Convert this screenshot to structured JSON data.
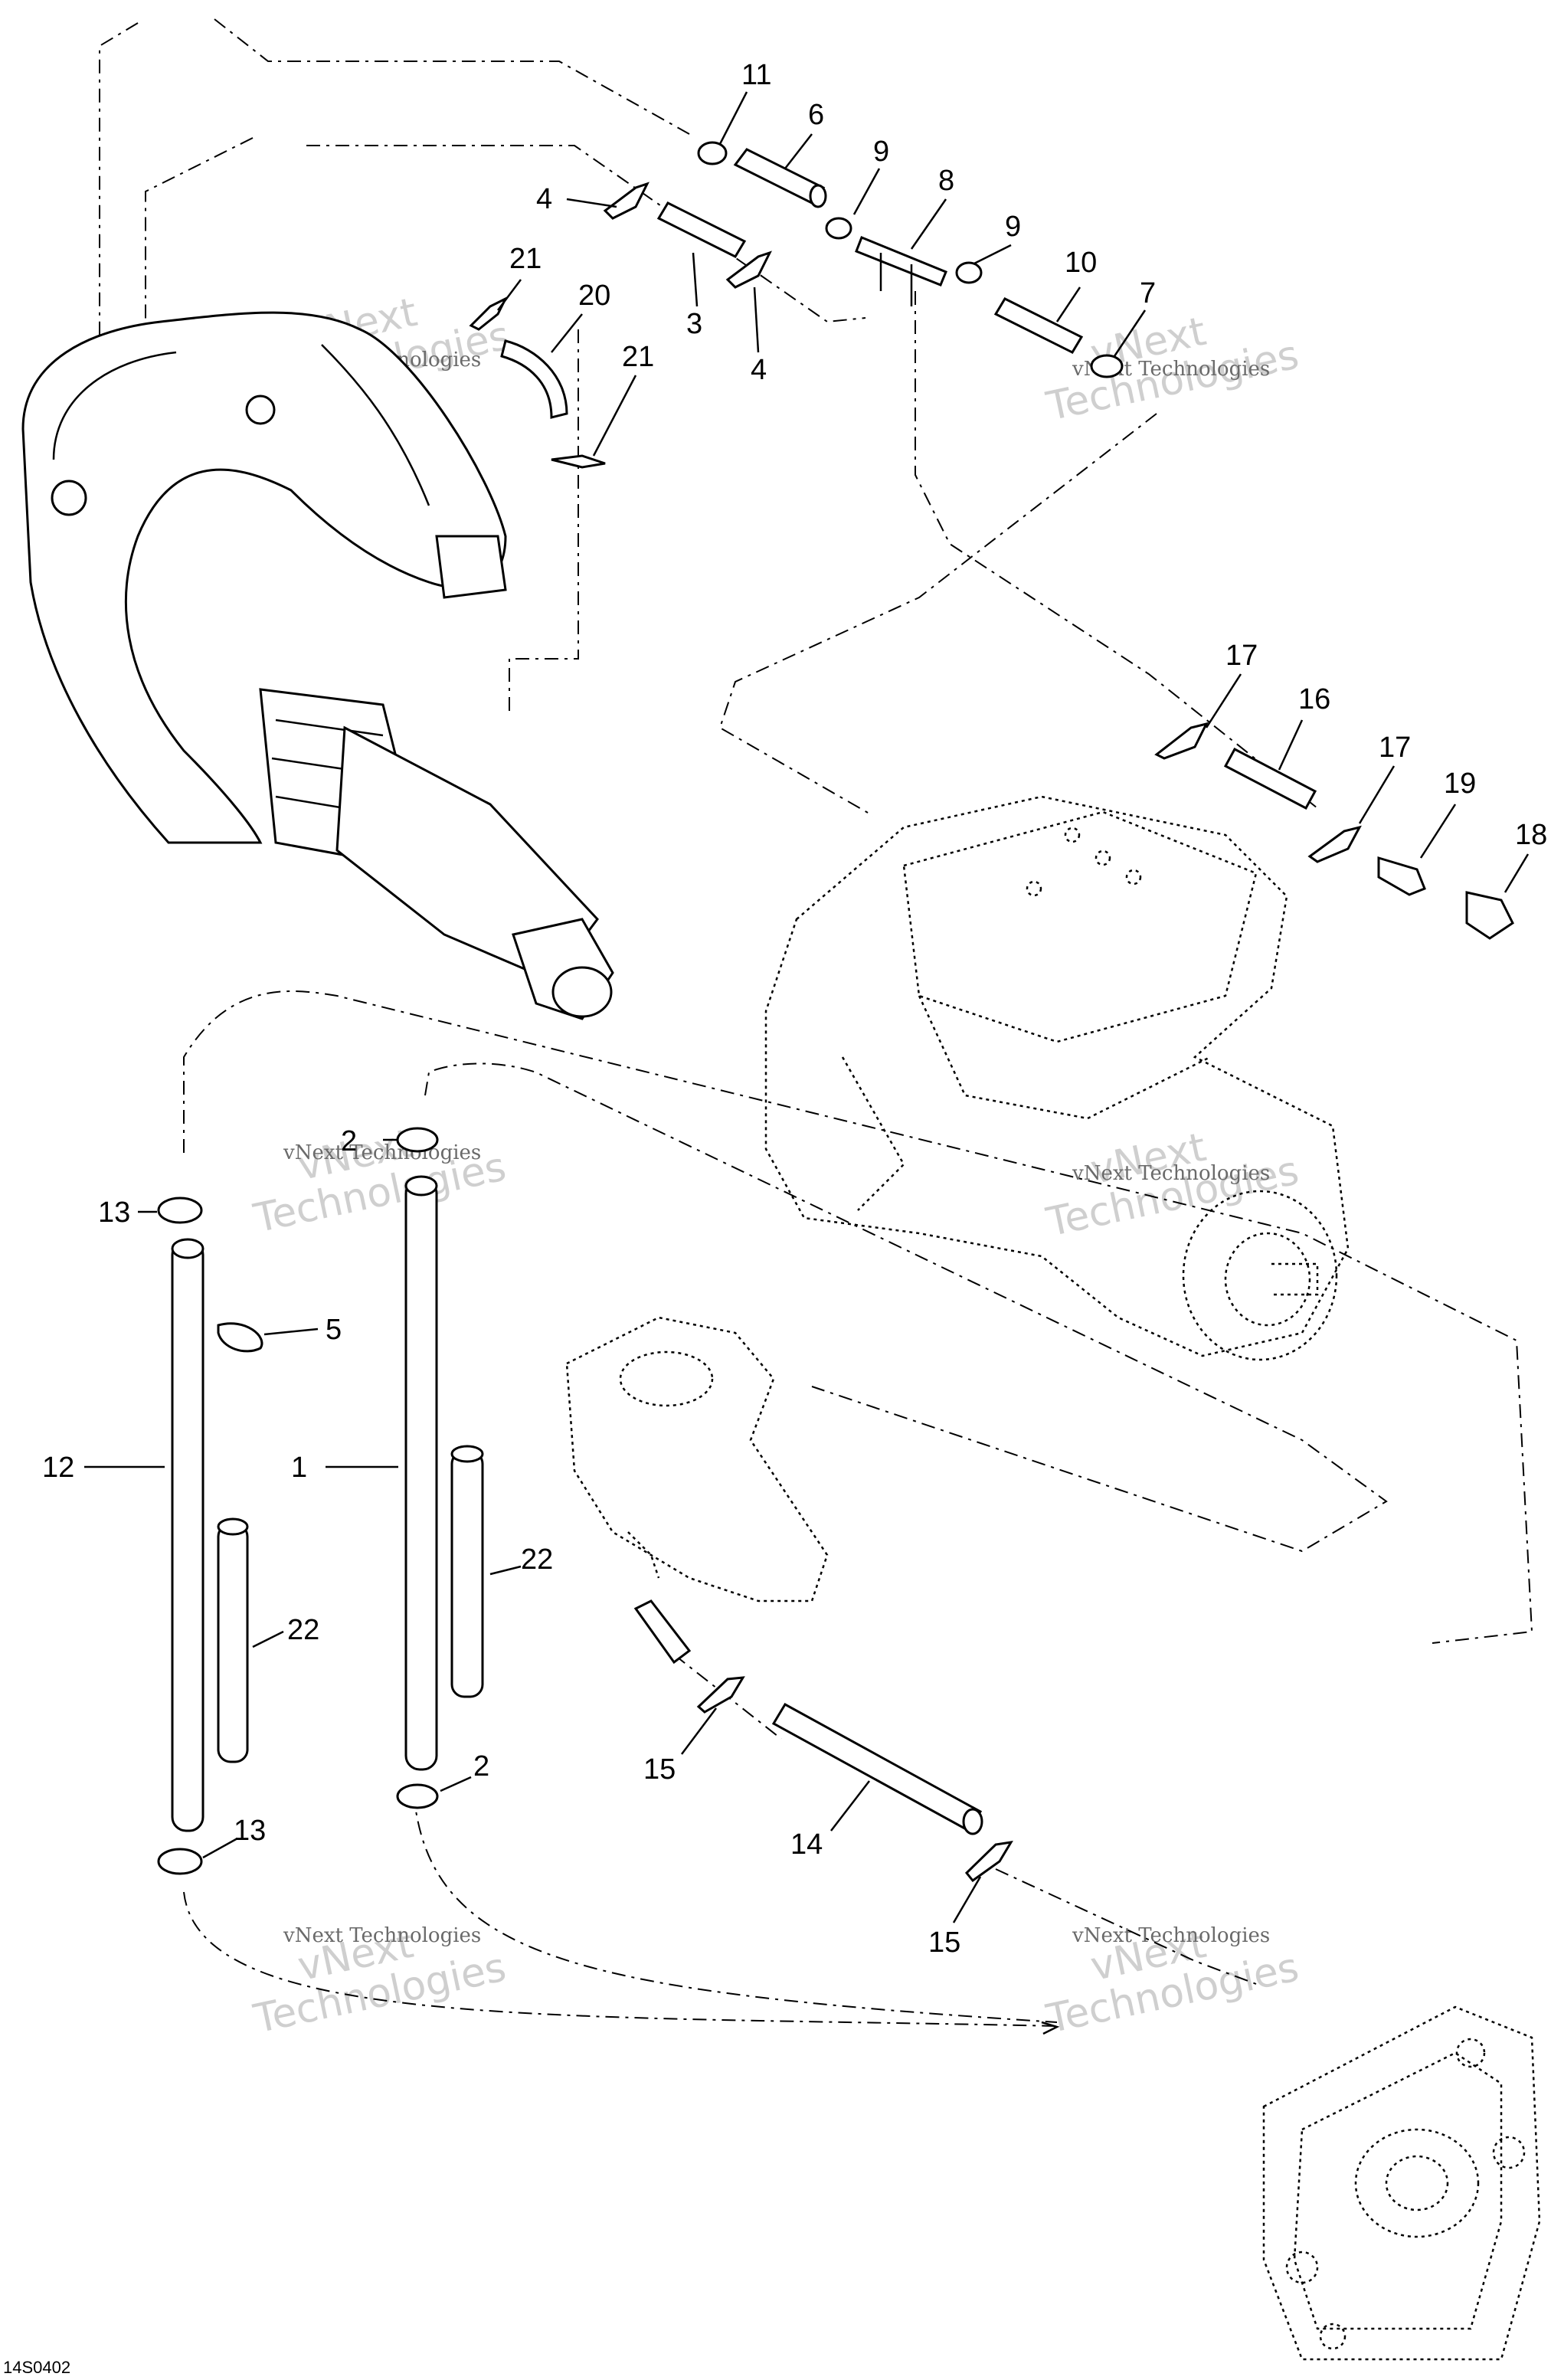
{
  "callouts": [
    {
      "id": "c11",
      "text": "11"
    },
    {
      "id": "c6",
      "text": "6"
    },
    {
      "id": "c9a",
      "text": "9"
    },
    {
      "id": "c8",
      "text": "8"
    },
    {
      "id": "c9b",
      "text": "9"
    },
    {
      "id": "c10",
      "text": "10"
    },
    {
      "id": "c7",
      "text": "7"
    },
    {
      "id": "c4a",
      "text": "4"
    },
    {
      "id": "c3",
      "text": "3"
    },
    {
      "id": "c4b",
      "text": "4"
    },
    {
      "id": "c21a",
      "text": "21"
    },
    {
      "id": "c20",
      "text": "20"
    },
    {
      "id": "c21b",
      "text": "21"
    },
    {
      "id": "c17a",
      "text": "17"
    },
    {
      "id": "c16",
      "text": "16"
    },
    {
      "id": "c17b",
      "text": "17"
    },
    {
      "id": "c19",
      "text": "19"
    },
    {
      "id": "c18",
      "text": "18"
    },
    {
      "id": "c2a",
      "text": "2"
    },
    {
      "id": "c13a",
      "text": "13"
    },
    {
      "id": "c5",
      "text": "5"
    },
    {
      "id": "c12",
      "text": "12"
    },
    {
      "id": "c1",
      "text": "1"
    },
    {
      "id": "c22a",
      "text": "22"
    },
    {
      "id": "c22b",
      "text": "22"
    },
    {
      "id": "c2b",
      "text": "2"
    },
    {
      "id": "c13b",
      "text": "13"
    },
    {
      "id": "c15a",
      "text": "15"
    },
    {
      "id": "c14",
      "text": "14"
    },
    {
      "id": "c15b",
      "text": "15"
    }
  ],
  "watermarks": [
    {
      "id": "wm1",
      "big": "vNext",
      "big2": "Technologies",
      "small": "vNext Technologies"
    },
    {
      "id": "wm2",
      "big": "vNext",
      "big2": "Technologies",
      "small": "vNext Technologies"
    },
    {
      "id": "wm3",
      "big": "vNext",
      "big2": "Technologies",
      "small": "vNext Technologies"
    },
    {
      "id": "wm4",
      "big": "vNext",
      "big2": "Technologies",
      "small": "vNext Technologies"
    },
    {
      "id": "wm5",
      "big": "vNext",
      "big2": "Technologies",
      "small": "vNext Technologies"
    },
    {
      "id": "wm6",
      "big": "vNext",
      "big2": "Technologies",
      "small": "vNext Technologies"
    }
  ],
  "drawing_code": "14S0402"
}
